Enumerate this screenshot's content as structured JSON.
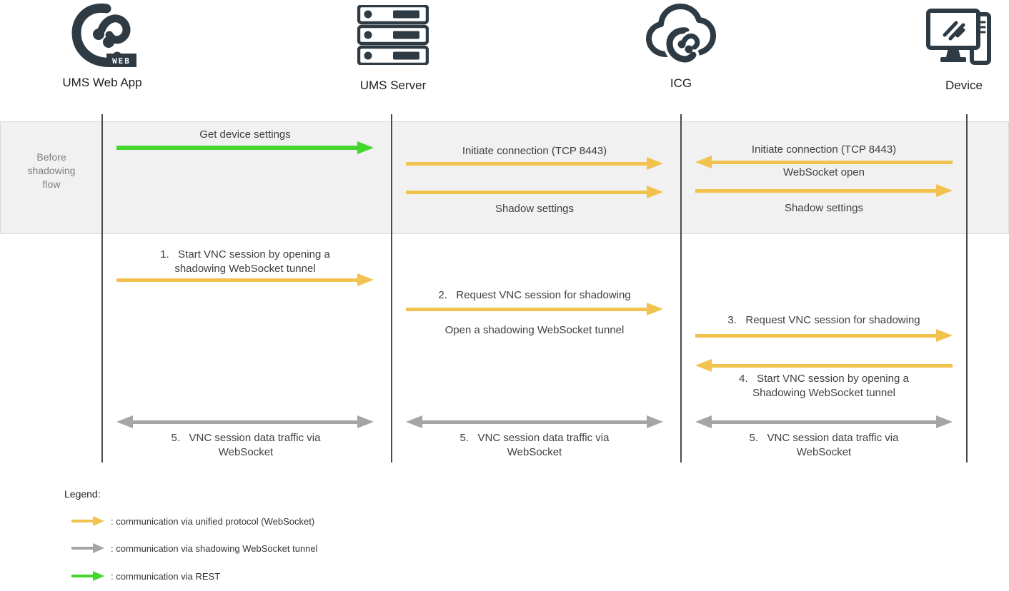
{
  "colors": {
    "unified": "#F2C24E",
    "tunnel": "#A5A5A5",
    "rest": "#44D62C",
    "ink": "#2E3B44",
    "band-bg": "#F1F1F1",
    "band-border": "#DBDBDB",
    "lifeline": "#4A4A4A",
    "text": "#3F3F3F",
    "muted": "#7E7E7E"
  },
  "actors": [
    {
      "label": "UMS Web App",
      "icon": "igel-ums-web-logo-icon",
      "badge": "WEB"
    },
    {
      "label": "UMS Server",
      "icon": "server-stack-icon"
    },
    {
      "label": "ICG",
      "icon": "cloud-gateway-icon"
    },
    {
      "label": "Device",
      "icon": "desktop-device-icon"
    }
  ],
  "band": {
    "label": "Before shadowing flow"
  },
  "before": {
    "get_device_settings": "Get device settings",
    "initiate_connection_ums_icg": "Initiate connection (TCP 8443)",
    "shadow_settings_ums_icg": "Shadow settings",
    "initiate_connection_device_icg": "Initiate connection (TCP 8443)",
    "websocket_open": "WebSocket open",
    "shadow_settings_icg_device": "Shadow settings"
  },
  "flow": {
    "step1": "1.   Start VNC session by opening a shadowing WebSocket tunnel",
    "step2": "2.   Request VNC session for shadowing",
    "step2_note": "Open a shadowing WebSocket tunnel",
    "step3": "3.   Request VNC session for shadowing",
    "step4": "4.   Start VNC session by opening a Shadowing WebSocket tunnel",
    "step5_webapp": "5.   VNC session data traffic via WebSocket",
    "step5_server": "5.   VNC session data traffic via WebSocket",
    "step5_device": "5.   VNC session data traffic via WebSocket"
  },
  "legend": {
    "title": "Legend:",
    "items": [
      {
        "icon": "unified-protocol-arrow-icon",
        "color": "#F2C24E",
        "label": ": communication via unified protocol (WebSocket)"
      },
      {
        "icon": "shadowing-tunnel-arrow-icon",
        "color": "#A5A5A5",
        "label": ": communication via shadowing WebSocket tunnel"
      },
      {
        "icon": "rest-arrow-icon",
        "color": "#44D62C",
        "label": ": communication via REST"
      }
    ]
  }
}
